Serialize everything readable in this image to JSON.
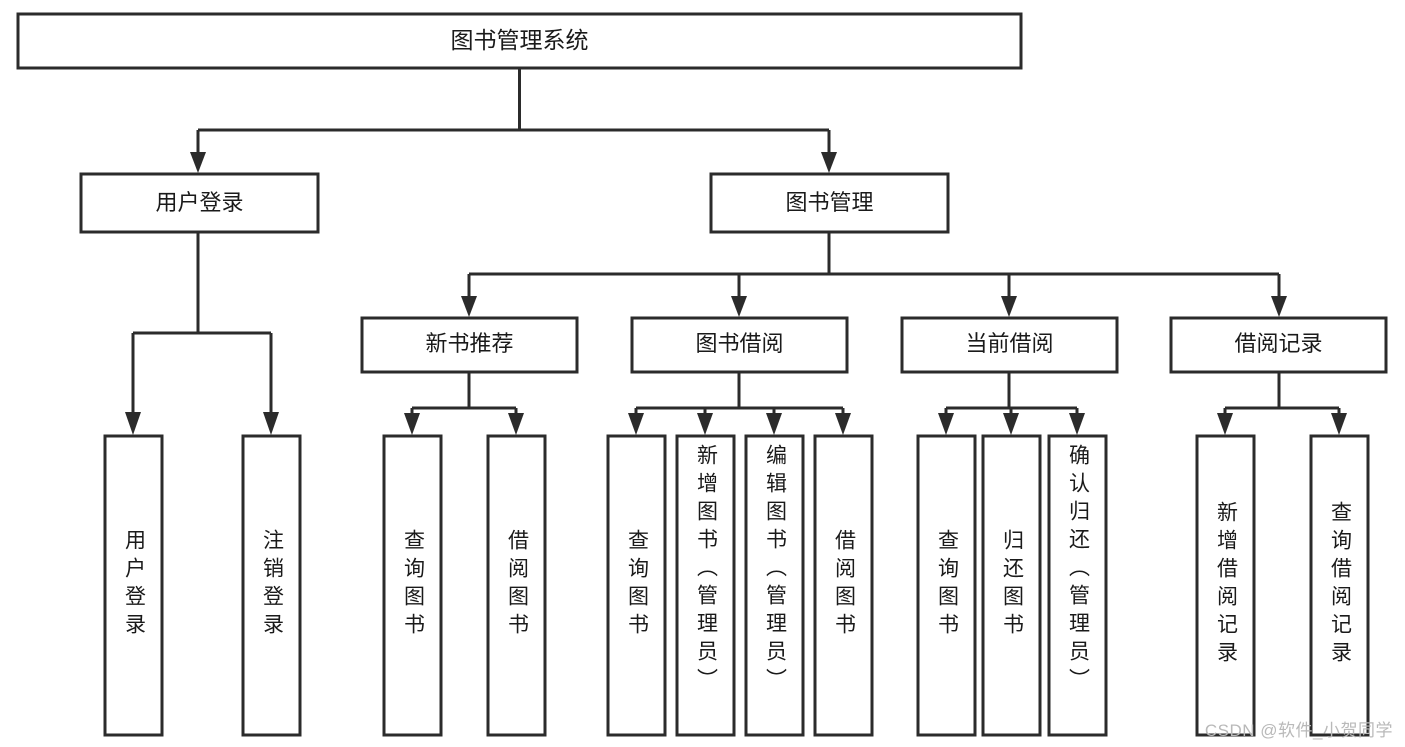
{
  "diagram": {
    "type": "tree-hierarchy",
    "title": "图书管理系统",
    "watermark": "CSDN @软件_小贺同学",
    "colors": {
      "box_stroke": "#2b2b2b",
      "box_fill": "#ffffff",
      "text": "#1a1a1a",
      "watermark": "#b9b9b9",
      "background": "#ffffff"
    },
    "levels": {
      "root": "图书管理系统",
      "level2": [
        "用户登录",
        "图书管理"
      ],
      "level3": [
        "新书推荐",
        "图书借阅",
        "当前借阅",
        "借阅记录"
      ]
    },
    "nodes": {
      "root": {
        "label": "图书管理系统"
      },
      "user_login": {
        "label": "用户登录"
      },
      "book_manage": {
        "label": "图书管理"
      },
      "new_book_rec": {
        "label": "新书推荐"
      },
      "book_borrow": {
        "label": "图书借阅"
      },
      "current_borrow": {
        "label": "当前借阅"
      },
      "borrow_record": {
        "label": "借阅记录"
      }
    },
    "leaves": {
      "user_login": [
        {
          "label": "用户登录"
        },
        {
          "label": "注销登录"
        }
      ],
      "new_book_rec": [
        {
          "label": "查询图书"
        },
        {
          "label": "借阅图书"
        }
      ],
      "book_borrow": [
        {
          "label": "查询图书"
        },
        {
          "label": "新增图书（管理员）"
        },
        {
          "label": "编辑图书（管理员）"
        },
        {
          "label": "借阅图书"
        }
      ],
      "current_borrow": [
        {
          "label": "查询图书"
        },
        {
          "label": "归还图书"
        },
        {
          "label": "确认归还（管理员）"
        }
      ],
      "borrow_record": [
        {
          "label": "新增借阅记录"
        },
        {
          "label": "查询借阅记录"
        }
      ]
    }
  }
}
